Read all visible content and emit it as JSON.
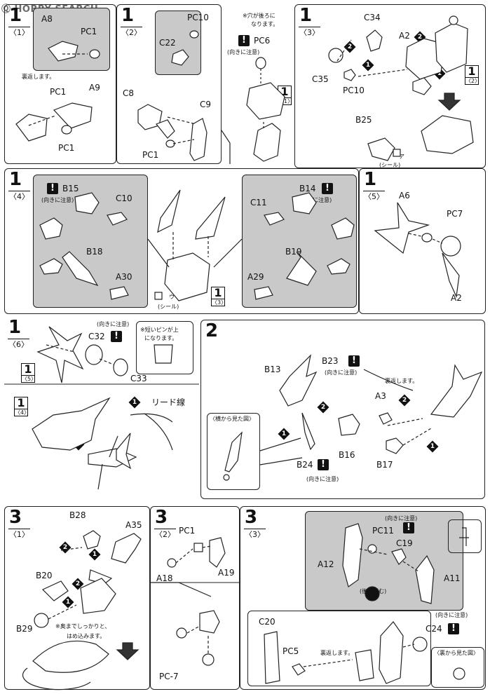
{
  "watermark": "HOBBY SEARCH",
  "colors": {
    "panel_gray": "#c9c9c9",
    "ink": "#111111",
    "paper": "#ffffff"
  },
  "icons": [
    "warning-icon",
    "step-diamond-icon",
    "sticker-icon",
    "arrow-down-icon"
  ],
  "panels": {
    "p1_1": {
      "num": "1",
      "sub": "〈1〉",
      "parts": [
        "A8",
        "PC1",
        "PC1",
        "A9",
        "PC1"
      ],
      "note": "裏返します。"
    },
    "p1_2": {
      "num": "1",
      "sub": "〈2〉",
      "parts": [
        "PC10",
        "C22",
        "C8",
        "C9",
        "PC1"
      ]
    },
    "p1_2b": {
      "note1": "※穴が後ろに",
      "note2": "なります。",
      "part": "PC6",
      "caution": "(向きに注意)",
      "ref_num": "1",
      "ref_sub": "〈1〉"
    },
    "p1_3": {
      "num": "1",
      "sub": "〈3〉",
      "parts": [
        "C34",
        "A2",
        "C35",
        "PC10",
        "B25"
      ],
      "sticker": "(シール)",
      "sticker_code": "ア",
      "ref_num": "1",
      "ref_sub": "〈2〉"
    },
    "p1_4": {
      "num": "1",
      "sub": "〈4〉",
      "parts_left": [
        "B15",
        "C10",
        "B18",
        "A30"
      ],
      "parts_right": [
        "C11",
        "B14",
        "B19",
        "A29"
      ],
      "caution": "(向きに注意)",
      "sticker": "(シール)",
      "sticker_code": "ウ",
      "ref_num": "1",
      "ref_sub": "〈3〉"
    },
    "p1_5": {
      "num": "1",
      "sub": "〈5〉",
      "parts": [
        "A6",
        "PC7",
        "A2"
      ]
    },
    "p1_6": {
      "num": "1",
      "sub": "〈6〉",
      "parts": [
        "C32",
        "C33"
      ],
      "caution": "(向きに注意)",
      "note1": "※短いピンが上",
      "note2": "になります。",
      "ref1_num": "1",
      "ref1_sub": "〈5〉",
      "ref2_num": "1",
      "ref2_sub": "〈4〉",
      "lead": "リード線"
    },
    "p2": {
      "num": "2",
      "parts": [
        "B13",
        "B23",
        "B24",
        "B16",
        "A3",
        "B17"
      ],
      "caution": "(向きに注意)",
      "side_view": "〈横から見た図〉",
      "flip": "裏返します。"
    },
    "p3_1": {
      "num": "3",
      "sub": "〈1〉",
      "parts": [
        "B28",
        "A35",
        "B20",
        "B29"
      ],
      "note1": "※奥までしっかりと、",
      "note2": "はめ込みます。"
    },
    "p3_2": {
      "num": "3",
      "sub": "〈2〉",
      "parts": [
        "PC1",
        "A18",
        "A19"
      ],
      "pc_label": "PC-7"
    },
    "p3_3": {
      "num": "3",
      "sub": "〈3〉",
      "parts": [
        "PC11",
        "C19",
        "A12",
        "A11",
        "C20",
        "PC5",
        "C24"
      ],
      "caution": "(向きに注意)",
      "back_note": "(後に組む)",
      "flip": "裏返します。",
      "back_view": "〈裏から見た図〉"
    }
  }
}
